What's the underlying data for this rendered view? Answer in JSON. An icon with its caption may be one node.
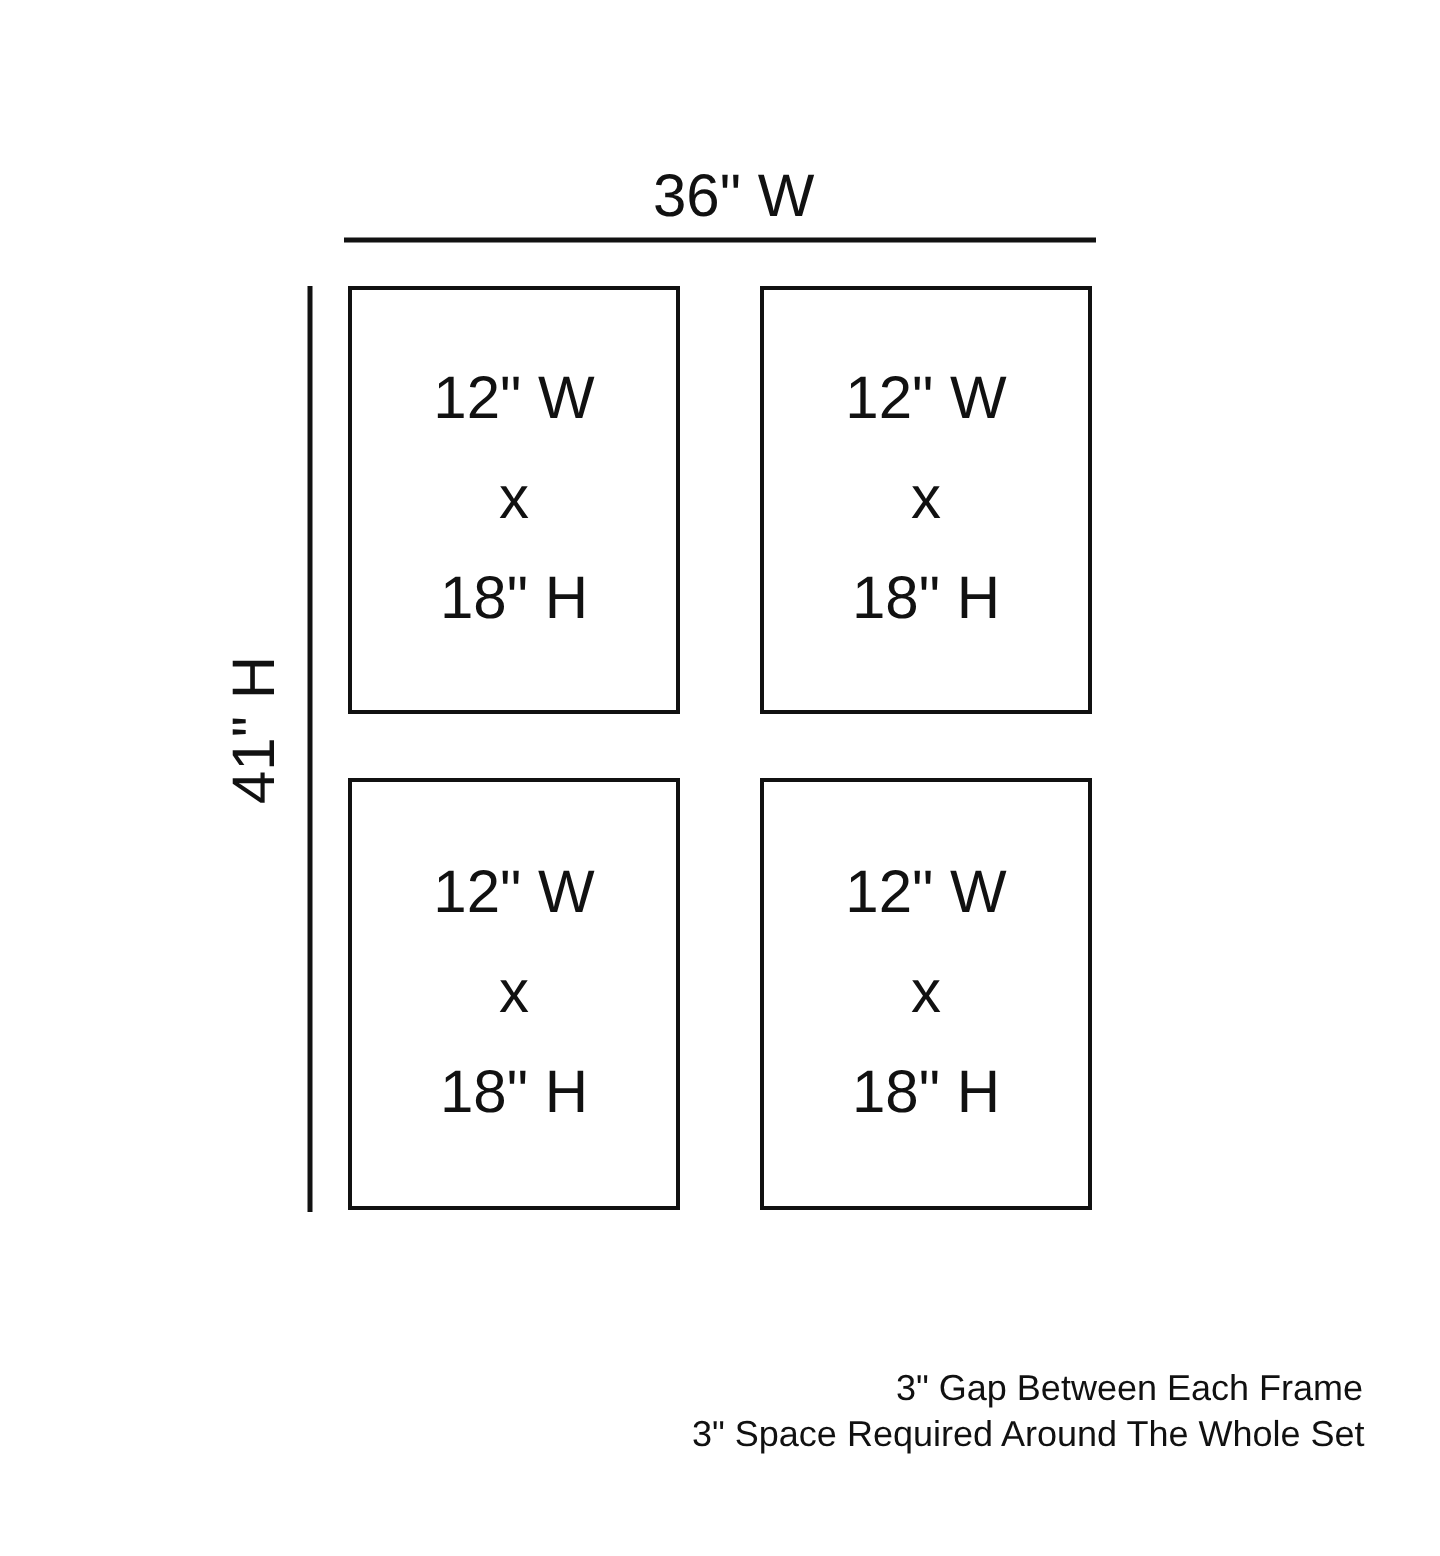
{
  "diagram": {
    "nodes": [
      {
        "text": [
          "12\" W",
          "x",
          "18\" H"
        ]
      },
      {
        "text": [
          "12\" W",
          "x",
          "18\" H"
        ]
      },
      {
        "text": [
          "12\" W",
          "x",
          "18\" H"
        ]
      },
      {
        "text": [
          "12\" W",
          "x",
          "18\" H"
        ]
      }
    ],
    "edges": [],
    "labels": [
      "36\" W",
      "41\" H",
      "3\" Gap Between Each Frame",
      "3\" Space Required Around The Whole Set"
    ]
  }
}
